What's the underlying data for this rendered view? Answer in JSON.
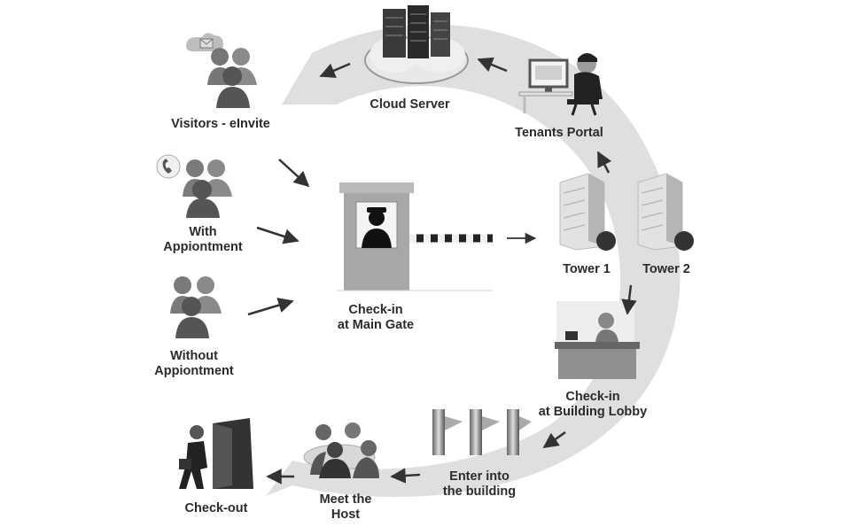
{
  "labels": {
    "cloud_server": "Cloud Server",
    "visitors_einvite": "Visitors - eInvite",
    "tenants_portal": "Tenants Portal",
    "with_appointment": [
      "With",
      "Appiontment"
    ],
    "without_appointment": [
      "Without",
      "Appiontment"
    ],
    "check_in_main_gate": [
      "Check-in",
      "at Main Gate"
    ],
    "tower_1": "Tower 1",
    "tower_2": "Tower 2",
    "check_in_lobby": [
      "Check-in",
      "at Building Lobby"
    ],
    "enter_building": [
      "Enter into",
      "the building"
    ],
    "meet_host": [
      "Meet the",
      "Host"
    ],
    "check_out": "Check-out"
  },
  "icons": {
    "cloud_server": "server-cloud-icon",
    "visitors_einvite": "visitor-group-email-icon",
    "with_appointment": "visitor-group-phone-icon",
    "without_appointment": "visitor-group-icon",
    "tenants_portal": "tenant-at-desk-icon",
    "main_gate": "guard-booth-barrier-icon",
    "towers": "office-tower-icon",
    "lobby": "receptionist-desk-icon",
    "turnstiles": "turnstile-gate-icon",
    "meet_host": "meeting-group-icon",
    "check_out": "person-exit-door-icon"
  },
  "colors": {
    "track": "#dcdcdc",
    "label": "#2b2b2b",
    "arrow": "#333333"
  }
}
